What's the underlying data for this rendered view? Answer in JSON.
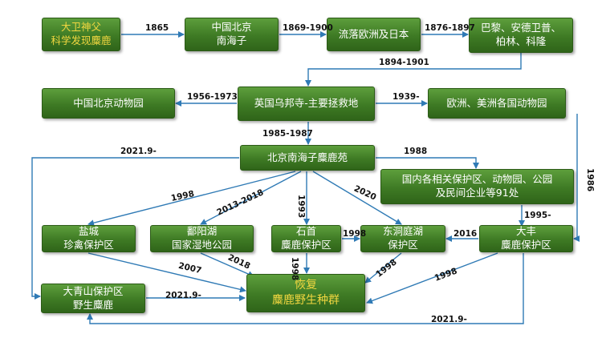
{
  "nodes": {
    "david": {
      "lines": [
        "大卫神父",
        "科学发现麋鹿"
      ]
    },
    "nanhaizi": {
      "lines": [
        "中国北京",
        "南海子"
      ]
    },
    "exile": {
      "lines": [
        "流落欧洲及日本"
      ]
    },
    "paris": {
      "lines": [
        "巴黎、安德卫普、",
        "柏林、科隆"
      ]
    },
    "zoo": {
      "lines": [
        "中国北京动物园"
      ]
    },
    "woburn": {
      "lines": [
        "英国乌邦寺-主要拯救地"
      ]
    },
    "euzoo": {
      "lines": [
        "欧洲、美洲各国动物园"
      ]
    },
    "park": {
      "lines": [
        "北京南海子麋鹿苑"
      ]
    },
    "domestic": {
      "lines": [
        "国内各相关保护区、动物园、公园",
        "及民间企业等91处"
      ]
    },
    "yancheng": {
      "lines": [
        "盐城",
        "珍禽保护区"
      ]
    },
    "poyang": {
      "lines": [
        "鄱阳湖",
        "国家湿地公园"
      ]
    },
    "shishou": {
      "lines": [
        "石首",
        "麋鹿保护区"
      ]
    },
    "dongting": {
      "lines": [
        "东洞庭湖",
        "保护区"
      ]
    },
    "dafeng": {
      "lines": [
        "大丰",
        "麋鹿保护区"
      ]
    },
    "daqing": {
      "lines": [
        "大青山保护区",
        "野生麋鹿"
      ]
    },
    "restore": {
      "lines": [
        "恢复",
        "麋鹿野生种群"
      ]
    }
  },
  "labels": {
    "l1865": "1865",
    "l1869": "1869-1900",
    "l1876": "1876-1897",
    "l1894": "1894-1901",
    "l1956": "1956-1973",
    "l1939": "1939-",
    "l1985": "1985-1987",
    "l2021a": "2021.9-",
    "l1988": "1988",
    "l1986": "1986",
    "l1998a": "1998",
    "l2013": "2013-2018",
    "l1993": "1993",
    "l2020": "2020",
    "l1995": "1995-",
    "l1998b": "1998",
    "l2016": "2016",
    "l2007": "2007",
    "l2018": "2018",
    "l1998c": "1998",
    "l1998d": "1998",
    "l1998e": "1998",
    "l2021b": "2021.9-",
    "l2021c": "2021.9-"
  },
  "colors": {
    "box_fill": "#3e7a24",
    "box_text": "#ffffff",
    "highlight_text": "#f0d640",
    "arrow": "#2f7ab5"
  }
}
